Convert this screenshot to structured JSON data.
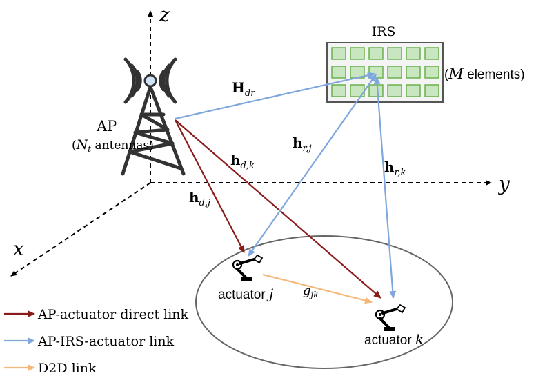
{
  "axes": {
    "x_label": "x",
    "y_label": "y",
    "z_label": "z"
  },
  "ap": {
    "label": "AP",
    "sub_open": "(",
    "sub_var": "N",
    "sub_sub": "t",
    "sub_rest": " antennas)"
  },
  "irs": {
    "label": "IRS",
    "elem_open": "(",
    "elem_var": "M",
    "elem_rest": " elements)",
    "grid_rows": 3,
    "grid_cols": 6
  },
  "channels": {
    "H_dr": {
      "main": "H",
      "sub": "dr"
    },
    "h_dk": {
      "main": "h",
      "sub": "d,k"
    },
    "h_dj": {
      "main": "h",
      "sub": "d,j"
    },
    "h_rj": {
      "main": "h",
      "sub": "r,j"
    },
    "h_rk": {
      "main": "h",
      "sub": "r,k"
    },
    "g_jk": {
      "main": "g",
      "sub": "jk"
    }
  },
  "actuators": {
    "j": {
      "prefix": "actuator ",
      "index": "j"
    },
    "k": {
      "prefix": "actuator ",
      "index": "k"
    }
  },
  "legend": [
    {
      "label": "AP-actuator direct link",
      "color": "#8b1a1a"
    },
    {
      "label": "AP-IRS-actuator link",
      "color": "#7fa7dc"
    },
    {
      "label": "D2D link",
      "color": "#f5b87a"
    }
  ],
  "colors": {
    "direct": "#8b1a1a",
    "irs": "#7fa7dc",
    "d2d": "#f5b87a",
    "irs_cell_fill": "#c8e6c0",
    "irs_cell_stroke": "#6ab04c"
  }
}
